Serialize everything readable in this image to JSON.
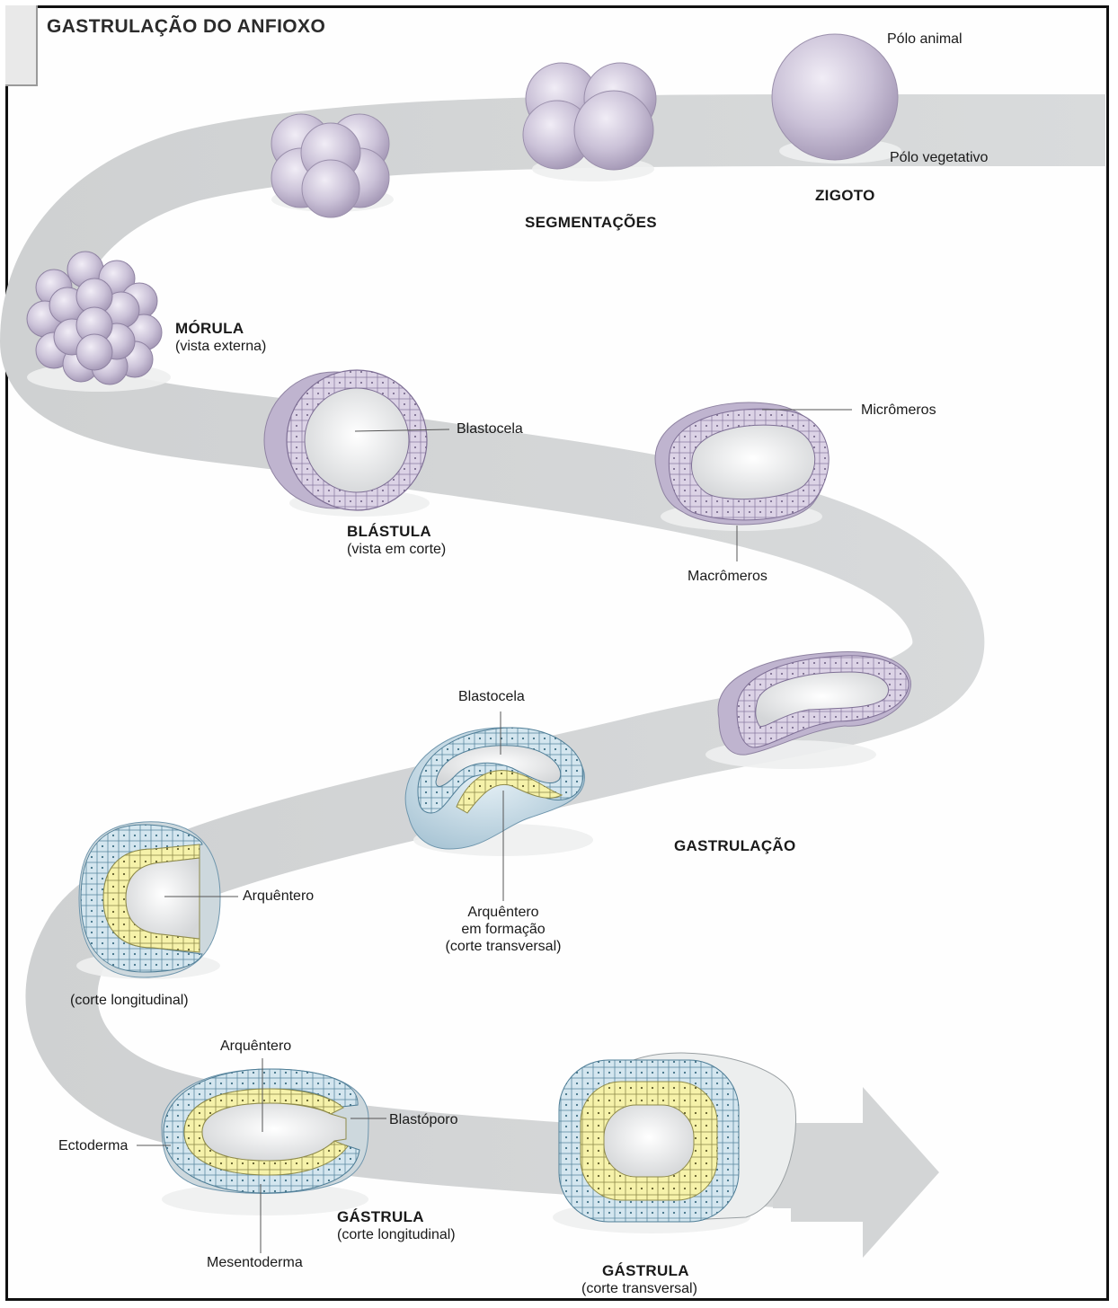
{
  "title": "GASTRULAÇÃO DO ANFIOXO",
  "labels": {
    "polo_animal": "Pólo animal",
    "polo_vegetativo": "Pólo vegetativo",
    "zigoto": "ZIGOTO",
    "segmentacoes": "SEGMENTAÇÕES",
    "morula": "MÓRULA",
    "morula_sub": "(vista externa)",
    "blastocela_1": "Blastocela",
    "blastula": "BLÁSTULA",
    "blastula_sub": "(vista em corte)",
    "micromeros": "Micrômeros",
    "macromeros": "Macrômeros",
    "blastocela_2": "Blastocela",
    "gastrulacao": "GASTRULAÇÃO",
    "arquentero_form_1": "Arquêntero",
    "arquentero_form_2": "em formação",
    "arquentero_form_3": "(corte transversal)",
    "arquentero_1": "Arquêntero",
    "corte_longitudinal": "(corte longitudinal)",
    "arquentero_2": "Arquêntero",
    "blastoporo": "Blastóporo",
    "ectoderma": "Ectoderma",
    "gastrula_1": "GÁSTRULA",
    "gastrula_1_sub": "(corte longitudinal)",
    "mesentoderma": "Mesentoderma",
    "gastrula_2": "GÁSTRULA",
    "gastrula_2_sub": "(corte transversal)"
  },
  "colors": {
    "path": "#d3d5d6",
    "embryo": "#cfc6da",
    "ectoderm": "#c9dde8",
    "endoderm": "#f4f0a8"
  }
}
